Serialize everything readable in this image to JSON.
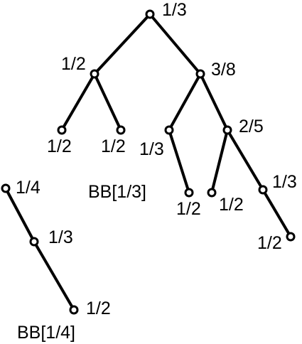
{
  "colors": {
    "ink": "#000000",
    "background": "#ffffff"
  },
  "tree_main": {
    "nodes": [
      {
        "id": "root",
        "label": "1/3"
      },
      {
        "id": "a",
        "label": "1/2"
      },
      {
        "id": "b",
        "label": "3/8"
      },
      {
        "id": "a1",
        "label": "1/2"
      },
      {
        "id": "a2",
        "label": "1/2"
      },
      {
        "id": "b1",
        "label": "1/3"
      },
      {
        "id": "b2",
        "label": "2/5"
      },
      {
        "id": "b1a",
        "label": "1/2"
      },
      {
        "id": "b2a",
        "label": "1/2"
      },
      {
        "id": "b2b",
        "label": "1/3"
      },
      {
        "id": "b2b1",
        "label": "1/2"
      }
    ],
    "edges": [
      [
        "root",
        "a"
      ],
      [
        "root",
        "b"
      ],
      [
        "a",
        "a1"
      ],
      [
        "a",
        "a2"
      ],
      [
        "b",
        "b1"
      ],
      [
        "b",
        "b2"
      ],
      [
        "b1",
        "b1a"
      ],
      [
        "b2",
        "b2a"
      ],
      [
        "b2",
        "b2b"
      ],
      [
        "b2b",
        "b2b1"
      ]
    ],
    "caption": "BB[1/3]"
  },
  "tree_small": {
    "nodes": [
      {
        "id": "s0",
        "label": "1/4"
      },
      {
        "id": "s1",
        "label": "1/3"
      },
      {
        "id": "s2",
        "label": "1/2"
      }
    ],
    "edges": [
      [
        "s0",
        "s1"
      ],
      [
        "s1",
        "s2"
      ]
    ],
    "caption": "BB[1/4]"
  }
}
